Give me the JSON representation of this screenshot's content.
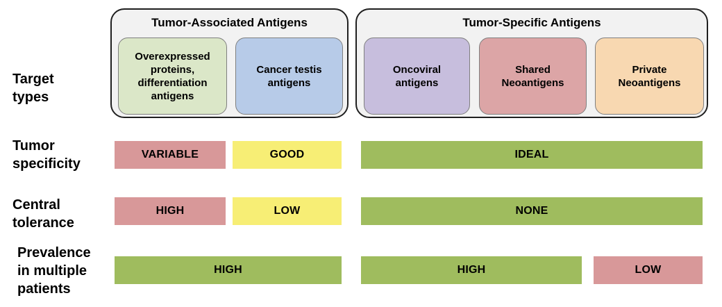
{
  "figure": {
    "row_labels": {
      "target_types": "Target\ntypes",
      "tumor_specificity": "Tumor\nspecificity",
      "central_tolerance": "Central\ntolerance",
      "prevalence": "Prevalence\nin multiple\npatients"
    },
    "groups": {
      "taa": {
        "title": "Tumor-Associated Antigens",
        "boxes": {
          "overexpressed": {
            "label": "Overexpressed\nproteins,\ndifferentiation\nantigens",
            "color": "#dbe7c8"
          },
          "cancer_testis": {
            "label": "Cancer testis\nantigens",
            "color": "#b7cbe8"
          }
        }
      },
      "tsa": {
        "title": "Tumor-Specific Antigens",
        "boxes": {
          "oncoviral": {
            "label": "Oncoviral\nantigens",
            "color": "#c7bedd"
          },
          "shared_neo": {
            "label": "Shared\nNeoantigens",
            "color": "#dca5a6"
          },
          "private_neo": {
            "label": "Private\nNeoantigens",
            "color": "#f8d8b1"
          }
        }
      }
    },
    "bars": {
      "tumor_specificity": {
        "variable": {
          "label": "VARIABLE",
          "color": "#d89899"
        },
        "good": {
          "label": "GOOD",
          "color": "#f7ee75"
        },
        "ideal": {
          "label": "IDEAL",
          "color": "#9fbc5e"
        }
      },
      "central_tolerance": {
        "high": {
          "label": "HIGH",
          "color": "#d89899"
        },
        "low": {
          "label": "LOW",
          "color": "#f7ee75"
        },
        "none": {
          "label": "NONE",
          "color": "#9fbc5e"
        }
      },
      "prevalence": {
        "high_taa": {
          "label": "HIGH",
          "color": "#9fbc5e"
        },
        "high_tsa": {
          "label": "HIGH",
          "color": "#9fbc5e"
        },
        "low_private": {
          "label": "LOW",
          "color": "#d89899"
        }
      }
    }
  }
}
